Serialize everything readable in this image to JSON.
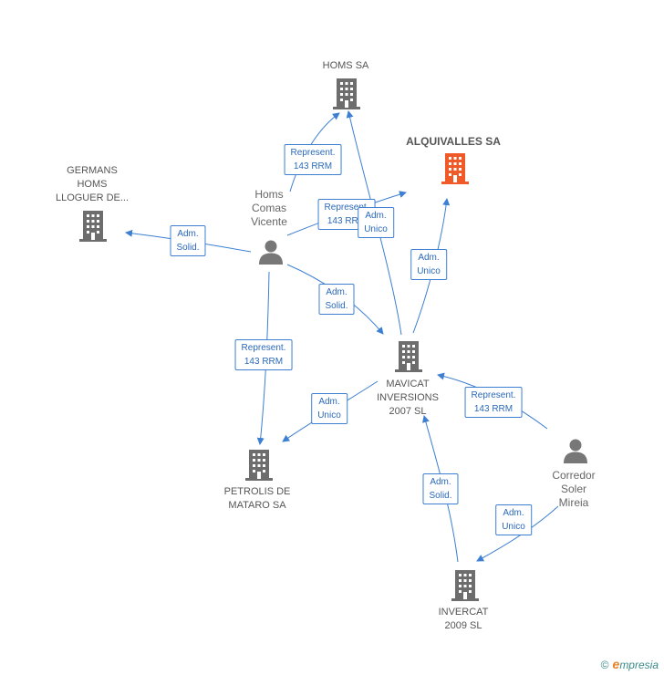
{
  "colors": {
    "company": "#6d6d6d",
    "highlight": "#f05a28",
    "person": "#777777",
    "edge": "#3d7fd3"
  },
  "nodes": {
    "homs_sa": {
      "label": "HOMS SA"
    },
    "alquivalles": {
      "label": "ALQUIVALLES SA"
    },
    "germans": {
      "line1": "GERMANS",
      "line2": "HOMS",
      "line3": "LLOGUER DE..."
    },
    "homs_vicente": {
      "line1": "Homs",
      "line2": "Comas",
      "line3": "Vicente"
    },
    "mavicat": {
      "line1": "MAVICAT",
      "line2": "INVERSIONS",
      "line3": "2007 SL"
    },
    "petrolis": {
      "line1": "PETROLIS DE",
      "line2": "MATARO SA"
    },
    "corredor": {
      "line1": "Corredor",
      "line2": "Soler",
      "line3": "Mireia"
    },
    "invercat": {
      "line1": "INVERCAT",
      "line2": "2009 SL"
    }
  },
  "edge_labels": {
    "e1": {
      "line1": "Represent.",
      "line2": "143 RRM"
    },
    "e2": {
      "line1": "Represent.",
      "line2": "143 RRM"
    },
    "e3": {
      "line1": "Adm.",
      "line2": "Unico"
    },
    "e4": {
      "line1": "Adm.",
      "line2": "Solid."
    },
    "e5": {
      "line1": "Adm.",
      "line2": "Unico"
    },
    "e6": {
      "line1": "Adm.",
      "line2": "Solid."
    },
    "e7": {
      "line1": "Represent.",
      "line2": "143 RRM"
    },
    "e8": {
      "line1": "Adm.",
      "line2": "Unico"
    },
    "e9": {
      "line1": "Represent.",
      "line2": "143 RRM"
    },
    "e10": {
      "line1": "Adm.",
      "line2": "Solid."
    },
    "e11": {
      "line1": "Adm.",
      "line2": "Unico"
    }
  },
  "footer": {
    "copyright": "©",
    "brand_e": "e",
    "brand_rest": "mpresia"
  }
}
